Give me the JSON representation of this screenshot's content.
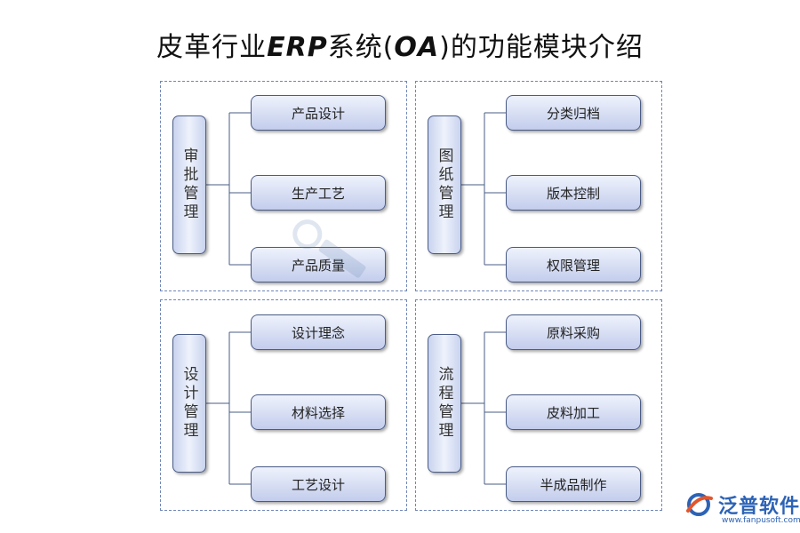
{
  "title": {
    "part1": "皮革行业",
    "part2": "ERP",
    "part3": "系统(",
    "part4": "OA",
    "part5": ")的功能模块介绍"
  },
  "panels": [
    {
      "category": "审批管理",
      "items": [
        "产品设计",
        "生产工艺",
        "产品质量"
      ]
    },
    {
      "category": "图纸管理",
      "items": [
        "分类归档",
        "版本控制",
        "权限管理"
      ]
    },
    {
      "category": "设计管理",
      "items": [
        "设计理念",
        "材料选择",
        "工艺设计"
      ]
    },
    {
      "category": "流程管理",
      "items": [
        "原料采购",
        "皮料加工",
        "半成品制作"
      ]
    }
  ],
  "logo": {
    "brand": "泛普软件",
    "url": "www.fanpusoft.com"
  },
  "colors": {
    "border": "#4a5c86",
    "dash": "#6f86b8",
    "box_light": "#eef2fc",
    "box_dark": "#c3cdec",
    "brand": "#2d63b6"
  }
}
